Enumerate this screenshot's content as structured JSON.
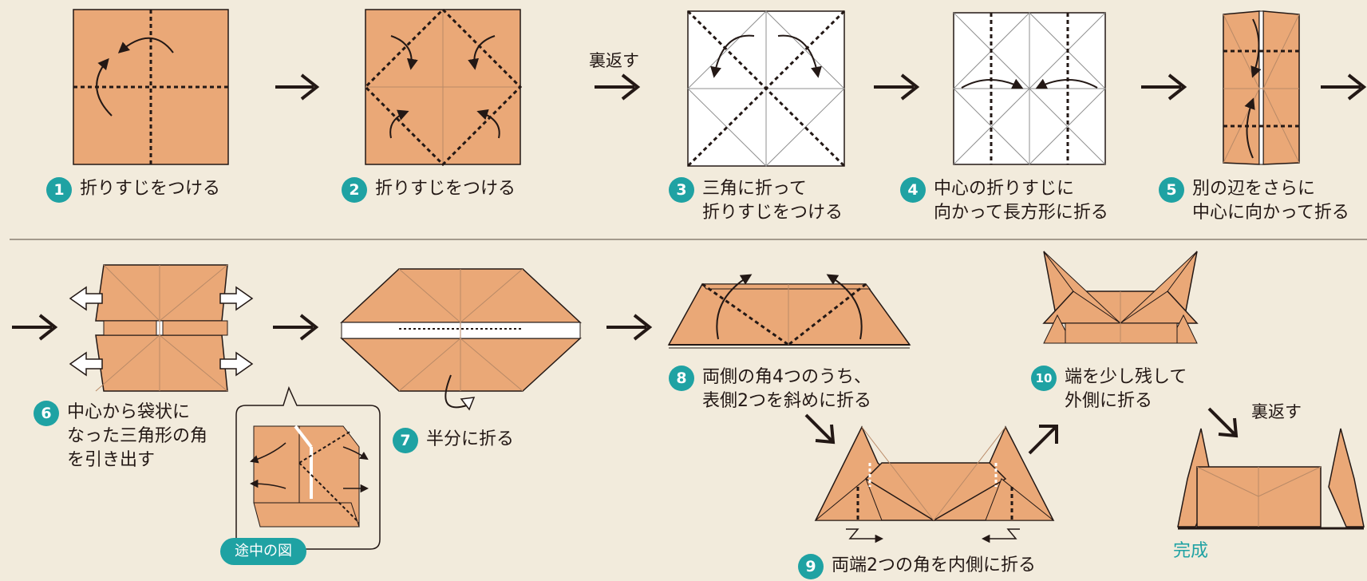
{
  "colors": {
    "paper": "#eaa877",
    "accent": "#1fa2a3",
    "ink": "#231815",
    "background": "#f2ebdc"
  },
  "steps": [
    {
      "num": "1",
      "text": "折りすじをつける"
    },
    {
      "num": "2",
      "text": "折りすじをつける"
    },
    {
      "num": "3",
      "text": "三角に折って\n折りすじをつける"
    },
    {
      "num": "4",
      "text": "中心の折りすじに\n向かって長方形に折る"
    },
    {
      "num": "5",
      "text": "別の辺をさらに\n中心に向かって折る"
    },
    {
      "num": "6",
      "text": "中心から袋状に\nなった三角形の角\nを引き出す"
    },
    {
      "num": "7",
      "text": "半分に折る"
    },
    {
      "num": "8",
      "text": "両側の角4つのうち、\n表側2つを斜めに折る"
    },
    {
      "num": "9",
      "text": "両端2つの角を内側に折る"
    },
    {
      "num": "10",
      "text": "端を少し残して\n外側に折る"
    }
  ],
  "notes": {
    "flip": "裏返す",
    "midway": "途中の図",
    "done": "完成"
  },
  "icons": [
    "arrow-right-icon",
    "arrow-diagonal-icon",
    "pull-out-arrow-icon",
    "fold-arrow-icon"
  ]
}
